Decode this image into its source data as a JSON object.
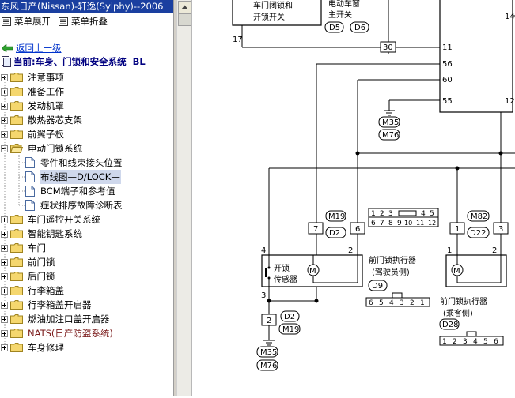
{
  "window": {
    "title": "东风日产(Nissan)-轩逸(Sylphy)--2006"
  },
  "menu": {
    "expand_label": "菜单展开",
    "collapse_label": "菜单折叠"
  },
  "nav": {
    "back_label": "返回上一级",
    "current_label": "当前:车身、门锁和安全系统",
    "current_code": "BL"
  },
  "tree": {
    "items": [
      {
        "label": "注意事项"
      },
      {
        "label": "准备工作"
      },
      {
        "label": "发动机罩"
      },
      {
        "label": "散热器芯支架"
      },
      {
        "label": "前翼子板"
      },
      {
        "label": "电动门锁系统"
      },
      {
        "label": "零件和线束接头位置"
      },
      {
        "label": "布线图—D/LOCK—"
      },
      {
        "label": "BCM端子和参考值"
      },
      {
        "label": "症状排序故障诊断表"
      },
      {
        "label": "车门遥控开关系统"
      },
      {
        "label": "智能钥匙系统"
      },
      {
        "label": "车门"
      },
      {
        "label": "前门锁"
      },
      {
        "label": "后门锁"
      },
      {
        "label": "行李箱盖"
      },
      {
        "label": "行李箱盖开启器"
      },
      {
        "label": "燃油加注口盖开启器"
      },
      {
        "label": "NATS(日产防盗系统)"
      },
      {
        "label": "车身修理"
      }
    ]
  },
  "diagram": {
    "top_switch_label_1": "车门闭锁和",
    "top_switch_label_2": "开锁开关",
    "top_switch_pin": "17",
    "window_switch_label_1": "电动车窗",
    "window_switch_label_2": "主开关",
    "conn_d5": "D5",
    "conn_d6": "D6",
    "conn_30": "30",
    "bcm_pins": [
      "11",
      "56",
      "60",
      "55"
    ],
    "bcm_right_pins": [
      "14",
      "12"
    ],
    "ground_m35": "M35",
    "ground_m76": "M76",
    "conn_m19": "M19",
    "conn_m82": "M82",
    "conn_d2": "D2",
    "conn_d22": "D22",
    "pin_7": "7",
    "pin_6": "6",
    "pin_1": "1",
    "pin_3": "3",
    "pin_4": "4",
    "pin_2": "2",
    "pin_3b": "3",
    "pin_2b": "2",
    "pin_1b": "1",
    "unlock_label_1": "开锁",
    "unlock_label_2": "传感器",
    "motor_label": "M",
    "driver_actuator_label_1": "前门锁执行器",
    "driver_actuator_label_2": "(驾驶员侧)",
    "driver_conn": "D9",
    "pass_actuator_label_1": "前门锁执行器",
    "pass_actuator_label_2": "(乘客侧)",
    "pass_conn": "D28",
    "conn_grid_row1": [
      "1",
      "2",
      "3",
      "",
      "4",
      "5"
    ],
    "conn_grid_row2": [
      "6",
      "7",
      "8",
      "9",
      "10",
      "11",
      "12"
    ],
    "driver_conn_pins": [
      "6",
      "5",
      "4",
      "3",
      "2",
      "1"
    ],
    "pass_conn_pins": [
      "1",
      "2",
      "3",
      "4",
      "5",
      "6"
    ],
    "bottom_pin_2": "2",
    "bottom_m19": "M19",
    "bottom_d2": "D2",
    "bottom_m35": "M35",
    "bottom_m76": "M76"
  }
}
